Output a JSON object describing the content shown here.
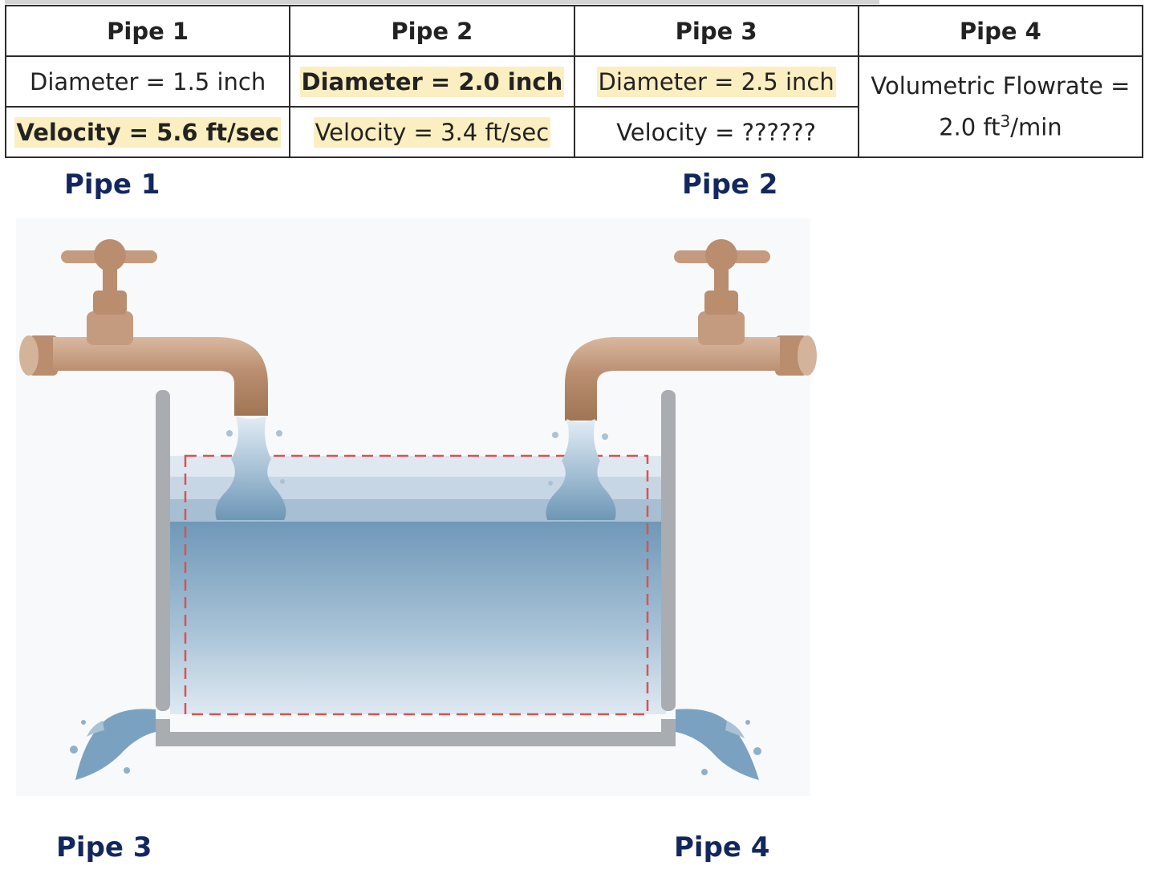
{
  "table": {
    "headers": [
      "Pipe 1",
      "Pipe 2",
      "Pipe 3",
      "Pipe 4"
    ],
    "row1": {
      "pipe1": "Diameter = 1.5 inch",
      "pipe2": "Diameter = 2.0 inch",
      "pipe3": "Diameter = 2.5 inch"
    },
    "row2": {
      "pipe1": "Velocity = 5.6 ft/sec",
      "pipe2": "Velocity = 3.4 ft/sec",
      "pipe3": "Velocity = ??????"
    },
    "pipe4": {
      "line1": "Volumetric Flowrate =",
      "value": "2.0 ft",
      "exponent": "3",
      "unit": "/min"
    }
  },
  "diagram": {
    "labels": {
      "pipe1": "Pipe 1",
      "pipe2": "Pipe 2",
      "pipe3": "Pipe 3",
      "pipe4": "Pipe 4"
    }
  },
  "colors": {
    "highlight": "#fbeec0",
    "label": "#12275e",
    "water_dark": "#6f98b8",
    "water_light": "#dfe9f2",
    "faucet": "#b98d6e",
    "tank": "#a9acb0",
    "control_volume": "#d9534f"
  }
}
